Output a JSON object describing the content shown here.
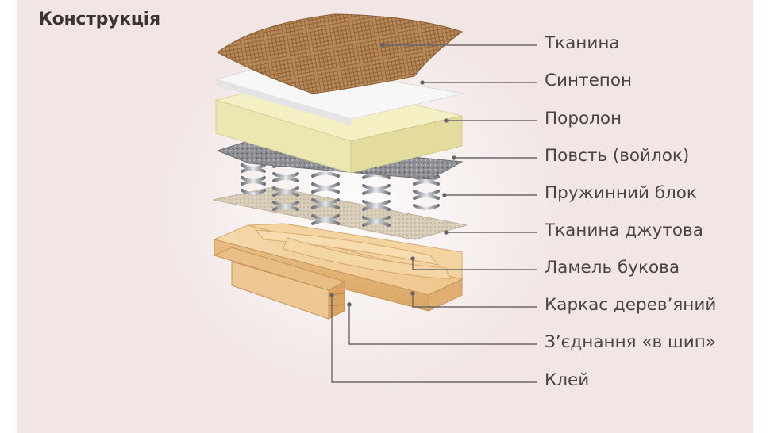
{
  "title": "Конструкція",
  "labels": [
    "Тканина",
    "Синтепон",
    "Поролон",
    "Повсть (войлок)",
    "Пружинний блок",
    "Тканина джутова",
    "Ламель букова",
    "Каркас дерев’яний",
    "З’єднання «в шип»",
    "Клей"
  ],
  "colors": {
    "background": "#f1e6e4",
    "text": "#4a4445",
    "fabric": "#b8885a",
    "foam": "#efeab8",
    "wood": "#f0cf9c"
  }
}
